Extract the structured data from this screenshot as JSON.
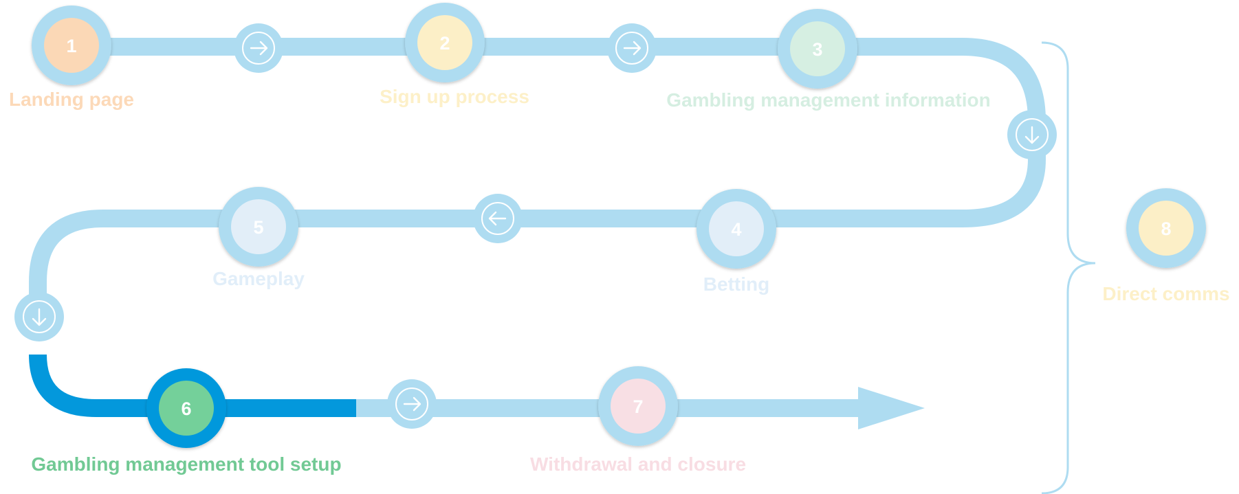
{
  "diagram": {
    "active_step": 6,
    "steps": [
      {
        "number": "1",
        "label": "Landing page",
        "color": "#fbd8b6",
        "label_color": "#fcd9b8"
      },
      {
        "number": "2",
        "label": "Sign up process",
        "color": "#fcefc7",
        "label_color": "#fdf0c8"
      },
      {
        "number": "3",
        "label": "Gambling management information",
        "color": "#d6efe2",
        "label_color": "#d5eee1"
      },
      {
        "number": "4",
        "label": "Betting",
        "color": "#e2eef8",
        "label_color": "#e1eef9"
      },
      {
        "number": "5",
        "label": "Gameplay",
        "color": "#e2eef8",
        "label_color": "#e1eef9"
      },
      {
        "number": "6",
        "label": "Gambling management tool setup",
        "color": "#74d09a",
        "label_color": "#71c994"
      },
      {
        "number": "7",
        "label": "Withdrawal and closure",
        "color": "#f8dfe4",
        "label_color": "#f8dde3"
      },
      {
        "number": "8",
        "label": "Direct comms",
        "color": "#fcefc7",
        "label_color": "#fdf0c8"
      }
    ],
    "colors": {
      "track": "#aedcf1",
      "track_active": "#0398dc",
      "ring": "#aedcf1",
      "ring_active": "#0398dc",
      "connector_icon": "#ffffff"
    }
  }
}
